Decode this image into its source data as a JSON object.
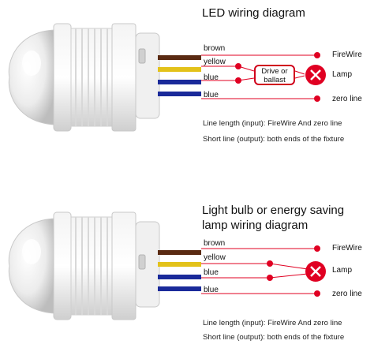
{
  "top": {
    "title": "LED wiring diagram",
    "wires": {
      "brown": "brown",
      "yellow": "yellow",
      "blue1": "blue",
      "blue2": "blue"
    },
    "ballast_label": "Drive or ballast",
    "labels": {
      "firewire": "FireWire",
      "lamp": "Lamp",
      "zero": "zero line"
    },
    "notes": {
      "line1": "Line length (input): FireWire And zero line",
      "line2": "Short line (output): both ends of the fixture"
    }
  },
  "bottom": {
    "title": "Light bulb or energy saving lamp wiring diagram",
    "wires": {
      "brown": "brown",
      "yellow": "yellow",
      "blue1": "blue",
      "blue2": "blue"
    },
    "labels": {
      "firewire": "FireWire",
      "lamp": "Lamp",
      "zero": "zero line"
    },
    "notes": {
      "line1": "Line length (input): FireWire And zero line",
      "line2": "Short line (output): both ends of the fixture"
    }
  },
  "colors": {
    "brown": "#5a2a12",
    "yellow": "#e3c21a",
    "blue": "#1a2a9a",
    "red": "#e00022"
  }
}
